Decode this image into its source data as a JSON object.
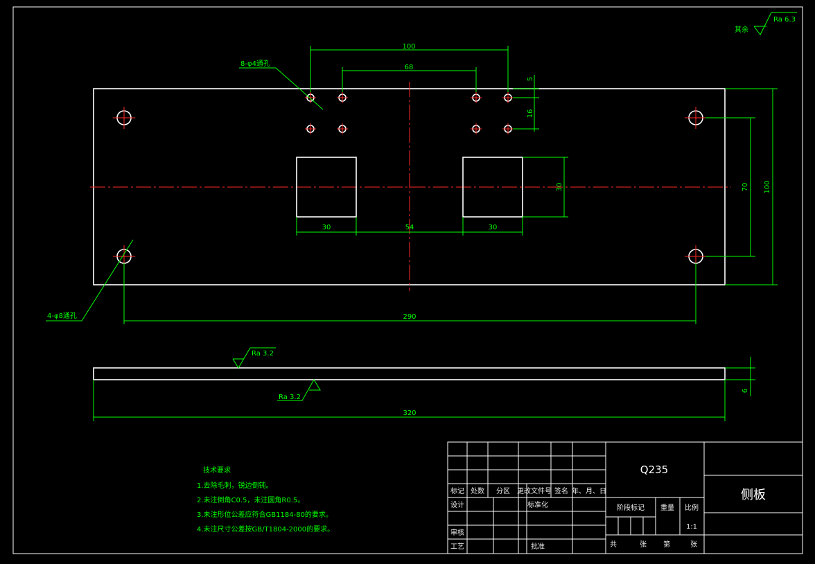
{
  "colors": {
    "background": "#000000",
    "outline": "#ffffff",
    "dimension": "#00ff00",
    "centerline": "#ff2a2a"
  },
  "roughness": {
    "general_prefix": "其余",
    "general_value": "Ra 6.3",
    "top_face": "Ra 3.2",
    "bottom_face": "Ra 3.2"
  },
  "callouts": {
    "small_holes": "8-φ4通孔",
    "corner_holes": "4-φ8通孔"
  },
  "dimensions": {
    "small_outer": "100",
    "small_inner": "68",
    "small_edge": "5",
    "small_pitch": "16",
    "window_height": "30",
    "window_left_width": "30",
    "window_gap": "54",
    "window_right_width": "30",
    "corner_vertical": "70",
    "overall_height": "100",
    "corner_horizontal": "290",
    "overall_length": "320",
    "thickness": "6"
  },
  "tech_requirements": {
    "title": "技术要求",
    "items": [
      "1.去除毛刺，锐边倒钝。",
      "2.未注倒角C0.5，未注圆角R0.5。",
      "3.未注形位公差应符合GB1184-80的要求。",
      "4.未注尺寸公差按GB/T1804-2000的要求。"
    ]
  },
  "title_block": {
    "material": "Q235",
    "part_name": "侧板",
    "header_labels": [
      "标记",
      "处数",
      "分区",
      "更改文件号",
      "签名",
      "年、月、日"
    ],
    "design": "设计",
    "standardization": "标准化",
    "review": "审核",
    "process": "工艺",
    "approve": "批准",
    "stage_mark": "阶段标记",
    "weight": "重量",
    "scale_label": "比例",
    "scale_value": "1:1",
    "sheet_total": "共",
    "sheet_unit_1": "张",
    "sheet_current": "第",
    "sheet_unit_2": "张"
  }
}
